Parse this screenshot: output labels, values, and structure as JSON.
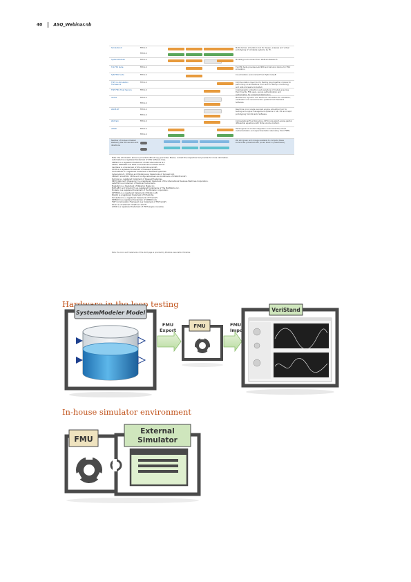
{
  "header": {
    "page_number": "40",
    "title": "ASQ_Webinar.nb"
  },
  "compat_table": {
    "rows": [
      {
        "tool": "SimulationX",
        "subs": [
          {
            "fmi": "FMI 1.0",
            "cells": [
              "orange",
              "orange",
              "orange",
              "orange"
            ]
          },
          {
            "fmi": "FMI 2.0",
            "cells": [
              "green",
              "green",
              "green",
              "green"
            ]
          }
        ],
        "desc": "Multi-domain simulation tool for design, analysis and virtual prototyping of complete systems by ITI."
      },
      {
        "tool": "SystemModeler",
        "subs": [
          {
            "fmi": "FMI 1.0",
            "cells": [
              "orange",
              "orange",
              "grey",
              "orange"
            ]
          }
        ],
        "desc": "Modeling environment from Wolfram Research."
      },
      {
        "tool": "TLK FMI Suite",
        "subs": [
          {
            "fmi": "FMI 1.0",
            "cells": [
              "",
              "orange",
              "",
              "orange"
            ]
          }
        ],
        "desc": "TLK FMI Suite provides LabVIEW and Simulink blocks for FMU simulation."
      },
      {
        "tool": "TyN FMU Suite",
        "subs": [
          {
            "fmi": "FMI 1.0",
            "cells": [
              "",
              "orange",
              "",
              ""
            ]
          }
        ],
        "desc": "Co-simulation environment from TyN. CompB"
      },
      {
        "tool": "TWT Co-Simulation Framework",
        "subs": [
          {
            "fmi": "FMI 1.0",
            "cells": [
              "",
              "",
              "",
              "orange"
            ]
          }
        ],
        "desc": "Communication layer tool to flexibly plug together models for performing co-simulations, from end for set-up, monitoring, and post-processing provided."
      },
      {
        "tool": "TWT FMU Trust Service",
        "subs": [
          {
            "fmi": "FMI 1.0",
            "cells": [
              "",
              "",
              "orange",
              ""
            ]
          }
        ],
        "desc": "Cryptographic protection and signature of models ensuring their trust by FMI users, secure authentication and authorization for protected distribution."
      },
      {
        "tool": "Vertex",
        "subs": [
          {
            "fmi": "FMI 2.0",
            "cells": [
              "",
              "",
              "grey",
              ""
            ]
          },
          {
            "fmi": "FMI 1.0",
            "cells": [
              "",
              "",
              "orange",
              ""
            ]
          }
        ],
        "desc": "Mechanical, dynamic and electronic simulation for validation, verification and reconstruction systems from Siemens Software."
      },
      {
        "tool": "WAVE-RT",
        "subs": [
          {
            "fmi": "FMI 2.0",
            "cells": [
              "",
              "",
              "grey",
              ""
            ]
          },
          {
            "fmi": "FMI 1.0",
            "cells": [
              "",
              "",
              "orange",
              ""
            ]
          }
        ],
        "desc": "Real time crank angle resolved engine simulation tool for testing and engine management systems in SIL, HIL and rapid prototyping from Ricardo Software."
      },
      {
        "tool": "Wolfram",
        "subs": [
          {
            "fmi": "FMI 1.0",
            "cells": [
              "",
              "",
              "orange",
              ""
            ]
          }
        ],
        "desc": "Computational Fluid Dynamics (CFD) code which solves partial differential equations with finite volume method."
      },
      {
        "tool": "xMOD",
        "subs": [
          {
            "fmi": "FMI 2.0",
            "cells": [
              "orange",
              "",
              "",
              "orange"
            ]
          },
          {
            "fmi": "FMI 1.0",
            "cells": [
              "green",
              "",
              "",
              "green"
            ]
          }
        ],
        "desc": "Heterogeneous model integration environment & virtual instrumentation and experimentation laboratory from IFPEN."
      }
    ],
    "summary": {
      "label": "Number of tools and tested status by the FMI vendors and directions",
      "desc": "We add green and orange available to compute these summaries protected with (Lined black in parenthesis)."
    },
    "notes": [
      "Note: the information above is provided without any guarantee. Please, contact the respective tool provider for more information.",
      "Automated is a registered trademark of UMS Software Corp.",
      "AMESim is a registered trademark of LMS International N.V.",
      "ASCET, INTECRIO and ETAS are trademarks of ETAS GmbH.",
      "CarMaker is a trademark of IPG Automotive GmbH.",
      "CATIA is a registered trademark of Dassault Systemes.",
      "ControlBuild is a registered trademark of Dassault Systemes.",
      "Cybernetica®, DYMOLA and Modelica are trademarks of Dynasim AB.",
      "dSPACE, SCALEXIO, VEOS and ConfigurationDesk are trademarks of dSPACE GmbH.",
      "Dymola is a registered trademark of Dassault Systemes.",
      "IBM® Rational® Rhapsody® is a registered trademark of the International Business Machines Corporation.",
      "LabVIEW is a trademark of National Instruments.",
      "MapleSim is a trademark of Waterloo Maple Inc.",
      "MATLAB® and Simulink® are registered trademarks of The MathWorks Inc.",
      "Modelon is a registered trademark of the Modelon corporation.",
      "OPTIMICA is a registered trademark of Modelon AB.",
      "PikeOS is a registered trademark of SYSGO AG.",
      "SimulationX is a registered trademark of ITI GmbH.",
      "SIMPACK is a registered trademark of SIMPACK AG.",
      "TWT Co-Simulation Framework is a trademark of TWT GmbH.",
      "Silver is a trademark of QTronic GmbH.",
      "xMOD is a registered trademark of IFP Energies nouvelles."
    ],
    "footer": "Note: the color and trademarks of the start page is provided by Modelica Association Modelica."
  },
  "sections": [
    {
      "title": "Hardware in the loop testing"
    },
    {
      "title": "In-house simulator environment"
    }
  ],
  "diagram_hil": {
    "model_box_title": "SystemModeler Model",
    "fmu_label": "FMU",
    "export_label": "FMU\nExport",
    "import_label": "FMU\nImport",
    "veristand_label": "VeriStand"
  },
  "diagram_inhouse": {
    "fmu_label": "FMU",
    "external_label_1": "External",
    "external_label_2": "Simulator"
  },
  "colors": {
    "section_title": "#c0521a",
    "tab_green": "#cfe6bd",
    "frame_grey": "#555555",
    "fluid_blue": "#3f9fd6",
    "fmu_tan": "#efe3bf"
  }
}
